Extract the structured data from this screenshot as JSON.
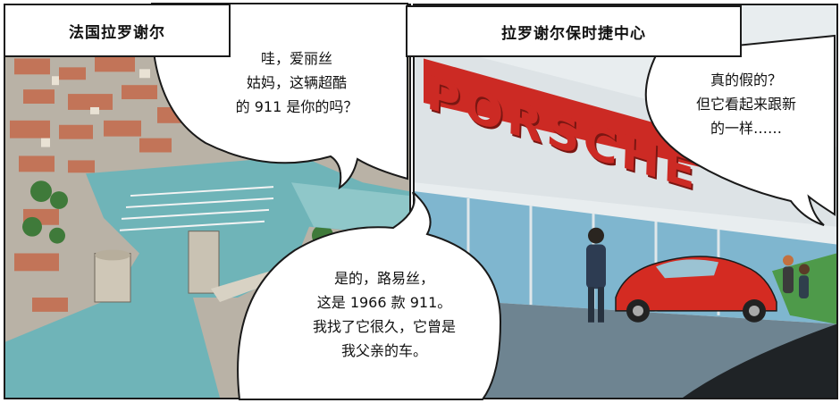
{
  "panels": {
    "left": {
      "caption": "法国拉罗谢尔",
      "bubble_top": [
        "哇，爱丽丝",
        "姑妈，这辆超酷",
        "的 911 是你的吗？"
      ],
      "bubble_bottom": [
        "是的，路易丝，",
        "这是 1966 款 911。",
        "我找了它很久，它曾是",
        "我父亲的车。"
      ]
    },
    "right": {
      "caption": "拉罗谢尔保时捷中心",
      "sign_text": "PORSCHE",
      "bubble": [
        "真的假的？",
        "但它看起来跟新",
        "的一样……"
      ]
    }
  },
  "colors": {
    "sea": "#6fb4b8",
    "roofs": "#c46a4b",
    "car_red": "#d42b22",
    "sign_red": "#cc2a24",
    "glass": "#7fb6cf",
    "outline": "#1a1a1a"
  }
}
